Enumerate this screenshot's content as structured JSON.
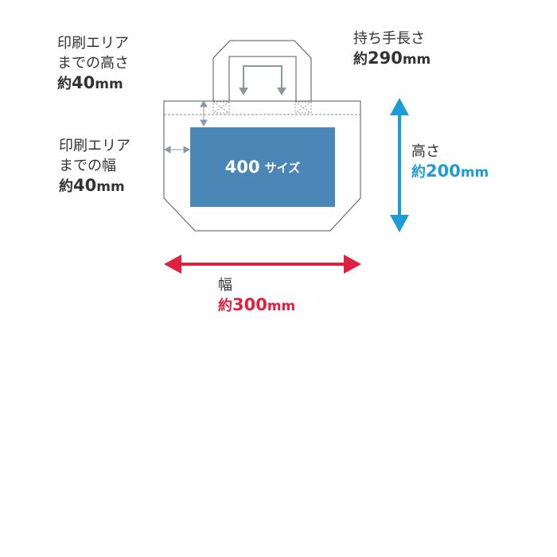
{
  "print_height_label": {
    "line1": "印刷エリア",
    "line2": "までの高さ",
    "prefix": "約",
    "number": "40",
    "unit": "mm"
  },
  "print_width_label": {
    "line1": "印刷エリア",
    "line2": "までの幅",
    "prefix": "約",
    "number": "40",
    "unit": "mm"
  },
  "handle_label": {
    "line1": "持ち手長さ",
    "prefix": "約",
    "number": "290",
    "unit": "mm"
  },
  "height_label": {
    "line1": "高さ",
    "prefix": "約",
    "number": "200",
    "unit": "mm"
  },
  "width_label": {
    "line1": "幅",
    "prefix": "約",
    "number": "300",
    "unit": "mm"
  },
  "print_area": {
    "number": "400",
    "suffix": "サイズ"
  },
  "colors": {
    "print_area": "#4a87b6",
    "height_accent": "#1e9cd7",
    "width_accent": "#e0203f",
    "outline": "#555555",
    "guide": "#8a99a8",
    "text": "#333333"
  }
}
